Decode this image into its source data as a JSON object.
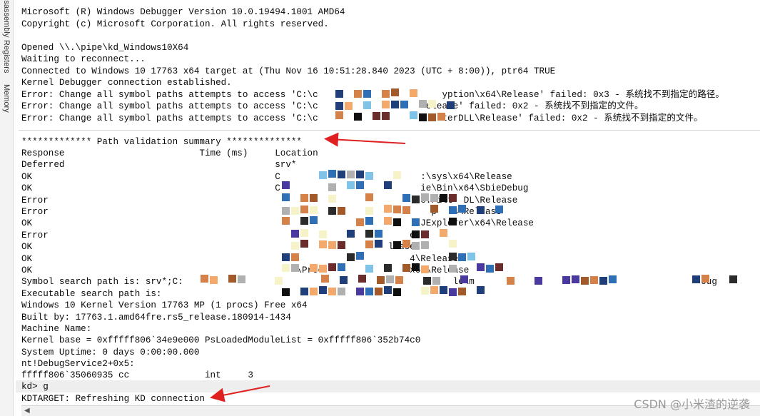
{
  "sidebar": {
    "tabs": [
      "Disassembly",
      "Registers",
      "Memory"
    ]
  },
  "console_lines": [
    "Microsoft (R) Windows Debugger Version 10.0.19494.1001 AMD64",
    "Copyright (c) Microsoft Corporation. All rights reserved.",
    "",
    "Opened \\\\.\\pipe\\kd_Windows10X64",
    "Waiting to reconnect...",
    "Connected to Windows 10 17763 x64 target at (Thu Nov 16 10:51:28.840 2023 (UTC + 8:00)), ptr64 TRUE",
    "Kernel Debugger connection established.",
    "Error: Change all symbol paths attempts to access 'C:\\c                       yption\\x64\\Release' failed: 0x3 - 系统找不到指定的路径。",
    "Error: Change all symbol paths attempts to access 'C:\\c                    elease' failed: 0x2 - 系统找不到指定的文件。",
    "Error: Change all symbol paths attempts to access 'C:\\c                       terDLL\\Release' failed: 0x2 - 系统找不到指定的文件。",
    "",
    "************* Path validation summary **************",
    "Response                         Time (ms)     Location",
    "Deferred                                       srv*",
    "OK                                             C                          :\\sys\\x64\\Release",
    "OK                                             C                          ie\\Bin\\x64\\SbieDebug",
    "Error                                                                     e.Filt  DL\\Release",
    "Error                                                                       p   4\\Release",
    "OK                                                                        JExplorer\\x64\\Release",
    "Error                                                                   e",
    "OK                                                                  lease",
    "OK                                                                      4\\Release",
    "OK                                                 \\Proc                x64\\Release",
    "Symbol search path is: srv*;C:                                                  le\\m                                          oug",
    "Executable search path is:",
    "Windows 10 Kernel Version 17763 MP (1 procs) Free x64",
    "Built by: 17763.1.amd64fre.rs5_release.180914-1434",
    "Machine Name:",
    "Kernel base = 0xfffff806`34e9e000 PsLoadedModuleList = 0xfffff806`352b74c0",
    "System Uptime: 0 days 0:00:00.000",
    "nt!DebugService2+0x5:",
    "fffff806`35060935 cc              int     3",
    "kd> g"
  ],
  "command_line": "KDTARGET: Refreshing KD connection",
  "watermark": "CSDN @小米渣的逆袭",
  "colors": {
    "arrow": "#e02020",
    "redaction_palette": [
      "#d4824a",
      "#1f3e7a",
      "#f2a96b",
      "#7fc4e8",
      "#2f6fb5",
      "#6b2c2c",
      "#2b2b2b",
      "#f7f3c8",
      "#a35a2a",
      "#4a3aa0",
      "#b0b0b0",
      "#0f0f0f"
    ]
  }
}
